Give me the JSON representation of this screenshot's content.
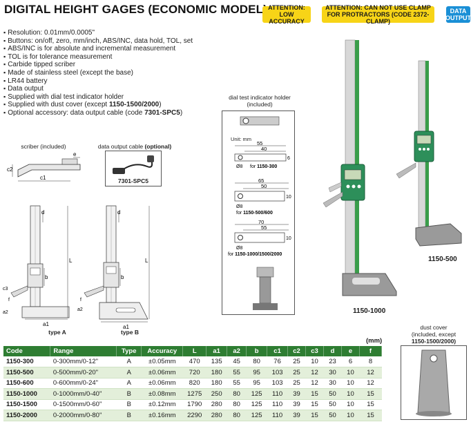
{
  "title": "DIGITAL HEIGHT GAGES (ECONOMIC MODEL)",
  "badges": {
    "low_accuracy": "ATTENTION: LOW ACCURACY",
    "clamp": "ATTENTION: CAN NOT USE CLAMP FOR PROTRACTORS (CODE 2372-CLAMP)",
    "data_output": "DATA OUTPUT"
  },
  "features": [
    {
      "text": "Resolution: 0.01mm/0.0005\"",
      "bold": ""
    },
    {
      "text": "Buttons: on/off, zero, mm/inch, ABS/INC, data hold, TOL, set",
      "bold": ""
    },
    {
      "text": "ABS/INC is for absolute and incremental measurement",
      "bold": ""
    },
    {
      "text": "TOL is for tolerance measurement",
      "bold": ""
    },
    {
      "text": "Carbide tipped scriber",
      "bold": ""
    },
    {
      "text": "Made of stainless steel (except the base)",
      "bold": ""
    },
    {
      "text": "LR44 battery",
      "bold": ""
    },
    {
      "text": "Data output",
      "bold": ""
    },
    {
      "text": "Supplied with dial test indicator holder",
      "bold": ""
    },
    {
      "text": "Supplied with dust cover (except ",
      "bold": "1150-1500/2000",
      "after": ")"
    },
    {
      "text": "Optional accessory: data output cable (code ",
      "bold": "7301-SPC5",
      "after": ")"
    }
  ],
  "scriber": {
    "caption": "scriber (included)",
    "labels": {
      "c1": "c1",
      "c2": "c2",
      "e": "e"
    }
  },
  "cable": {
    "caption_plain": "data output cable ",
    "caption_bold": "(optional)",
    "code": "7301-SPC5"
  },
  "type_a": {
    "label": "type A",
    "dims": {
      "d": "d",
      "L": "L",
      "b": "b",
      "c3": "c3",
      "a2": "a2",
      "a1": "a1",
      "f": "f"
    }
  },
  "type_b": {
    "label": "type B",
    "dims": {
      "d": "d",
      "L": "L",
      "b": "b",
      "a2": "a2",
      "a1": "a1",
      "f": "f"
    }
  },
  "holder": {
    "caption": "dial test indicator holder (included)",
    "unit": "Unit: mm",
    "diagrams": [
      {
        "outer": "55",
        "inner": "40",
        "height": "6",
        "dia": "Ø8",
        "for_label": "for ",
        "for_models": "1150-300"
      },
      {
        "outer": "65",
        "inner": "50",
        "height": "10",
        "dia": "Ø8",
        "for_label": "for ",
        "for_models": "1150-500/600"
      },
      {
        "outer": "70",
        "inner": "55",
        "height": "10",
        "dia": "Ø8",
        "for_label": "for ",
        "for_models": "1150-1000/1500/2000"
      }
    ]
  },
  "products": {
    "large": "1150-1000",
    "small": "1150-500"
  },
  "dust_cover": {
    "line1": "dust cover",
    "line2": "(included, except",
    "line3": "1150-1500/2000)"
  },
  "table": {
    "unit": "(mm)",
    "headers": [
      "Code",
      "Range",
      "Type",
      "Accuracy",
      "L",
      "a1",
      "a2",
      "b",
      "c1",
      "c2",
      "c3",
      "d",
      "e",
      "f"
    ],
    "rows": [
      [
        "1150-300",
        "0-300mm/0-12\"",
        "A",
        "±0.05mm",
        "470",
        "135",
        "45",
        "80",
        "76",
        "25",
        "10",
        "23",
        "6",
        "8"
      ],
      [
        "1150-500",
        "0-500mm/0-20\"",
        "A",
        "±0.06mm",
        "720",
        "180",
        "55",
        "95",
        "103",
        "25",
        "12",
        "30",
        "10",
        "12"
      ],
      [
        "1150-600",
        "0-600mm/0-24\"",
        "A",
        "±0.06mm",
        "820",
        "180",
        "55",
        "95",
        "103",
        "25",
        "12",
        "30",
        "10",
        "12"
      ],
      [
        "1150-1000",
        "0-1000mm/0-40\"",
        "B",
        "±0.08mm",
        "1275",
        "250",
        "80",
        "125",
        "110",
        "39",
        "15",
        "50",
        "10",
        "15"
      ],
      [
        "1150-1500",
        "0-1500mm/0-60\"",
        "B",
        "±0.12mm",
        "1790",
        "280",
        "80",
        "125",
        "110",
        "39",
        "15",
        "50",
        "10",
        "15"
      ],
      [
        "1150-2000",
        "0-2000mm/0-80\"",
        "B",
        "±0.16mm",
        "2290",
        "280",
        "80",
        "125",
        "110",
        "39",
        "15",
        "50",
        "10",
        "15"
      ]
    ]
  }
}
